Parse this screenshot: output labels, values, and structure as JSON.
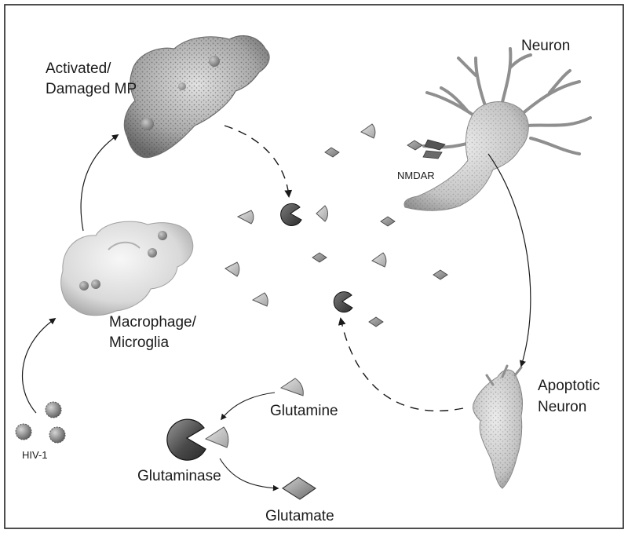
{
  "labels": {
    "activated_line1": "Activated/",
    "activated_line2": "Damaged MP",
    "neuron": "Neuron",
    "nmdar": "NMDAR",
    "macrophage_line1": "Macrophage/",
    "macrophage_line2": "Microglia",
    "apoptotic_line1": "Apoptotic",
    "apoptotic_line2": "Neuron",
    "hiv": "HIV-1",
    "glutamine": "Glutamine",
    "glutaminase": "Glutaminase",
    "glutamate": "Glutamate"
  }
}
